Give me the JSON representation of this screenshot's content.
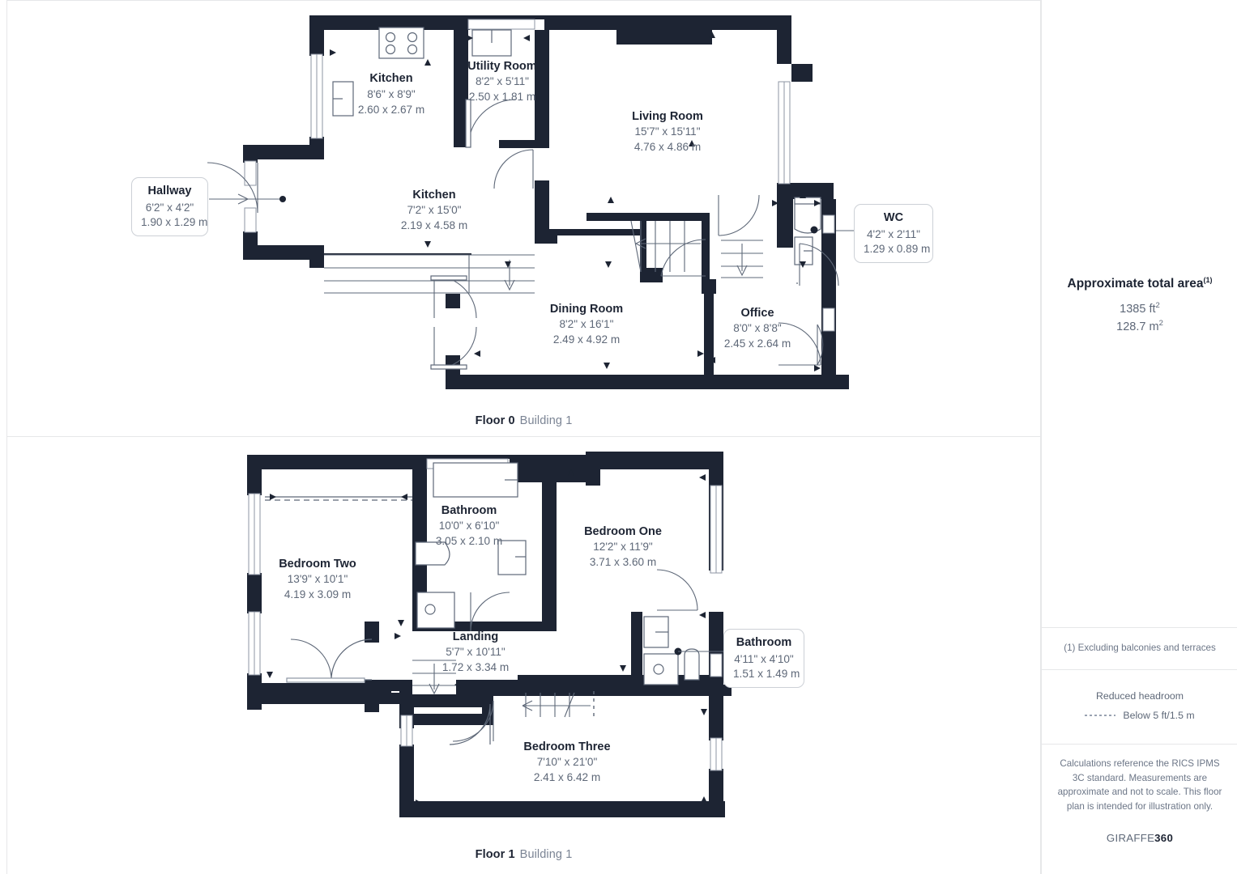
{
  "document": {
    "type": "floor-plan",
    "brand_prefix": "GIRAFFE",
    "brand_suffix": "360"
  },
  "floors": [
    {
      "id": "floor0",
      "caption_number": "Floor 0",
      "caption_building": "Building 1",
      "rooms": [
        {
          "name": "Kitchen",
          "imperial": "8'6\" x 8'9\"",
          "metric": "2.60 x 2.67 m"
        },
        {
          "name": "Utility Room",
          "imperial": "8'2\" x 5'11\"",
          "metric": "2.50 x 1.81 m"
        },
        {
          "name": "Living Room",
          "imperial": "15'7\" x 15'11\"",
          "metric": "4.76 x 4.86 m"
        },
        {
          "name": "Kitchen",
          "imperial": "7'2\" x 15'0\"",
          "metric": "2.19 x 4.58 m"
        },
        {
          "name": "Dining Room",
          "imperial": "8'2\" x 16'1\"",
          "metric": "2.49 x 4.92 m"
        },
        {
          "name": "Office",
          "imperial": "8'0\" x 8'8\"",
          "metric": "2.45 x 2.64 m"
        }
      ],
      "callouts": [
        {
          "name": "Hallway",
          "imperial": "6'2\" x 4'2\"",
          "metric": "1.90 x 1.29 m"
        },
        {
          "name": "WC",
          "imperial": "4'2\" x 2'11\"",
          "metric": "1.29 x 0.89 m"
        }
      ]
    },
    {
      "id": "floor1",
      "caption_number": "Floor 1",
      "caption_building": "Building 1",
      "rooms": [
        {
          "name": "Bedroom Two",
          "imperial": "13'9\" x 10'1\"",
          "metric": "4.19 x 3.09 m"
        },
        {
          "name": "Bathroom",
          "imperial": "10'0\" x 6'10\"",
          "metric": "3.05 x 2.10 m"
        },
        {
          "name": "Bedroom One",
          "imperial": "12'2\" x 11'9\"",
          "metric": "3.71 x 3.60 m"
        },
        {
          "name": "Landing",
          "imperial": "5'7\" x 10'11\"",
          "metric": "1.72 x 3.34 m"
        },
        {
          "name": "Bedroom Three",
          "imperial": "7'10\" x 21'0\"",
          "metric": "2.41 x 6.42 m"
        }
      ],
      "callouts": [
        {
          "name": "Bathroom",
          "imperial": "4'11\" x 4'10\"",
          "metric": "1.51 x 1.49 m"
        }
      ]
    }
  ],
  "summary": {
    "title": "Approximate total area",
    "title_superscript": "(1)",
    "area_sqft_value": "1385",
    "area_sqft_unit": "ft",
    "area_sqft_exp": "2",
    "area_sqm_value": "128.7",
    "area_sqm_unit": "m",
    "area_sqm_exp": "2"
  },
  "footnote": "(1) Excluding balconies and terraces",
  "legend": {
    "title": "Reduced headroom",
    "item_label": "Below 5 ft/1.5 m"
  },
  "disclaimer": "Calculations reference the RICS IPMS 3C standard. Measurements are approximate and not to scale. This floor plan is intended for illustration only.",
  "colors": {
    "wall": "#1d2433",
    "text_dark": "#1d2433",
    "text_muted": "#5e6878",
    "divider": "#e6e7e9",
    "fixture_stroke": "#5e6878"
  }
}
